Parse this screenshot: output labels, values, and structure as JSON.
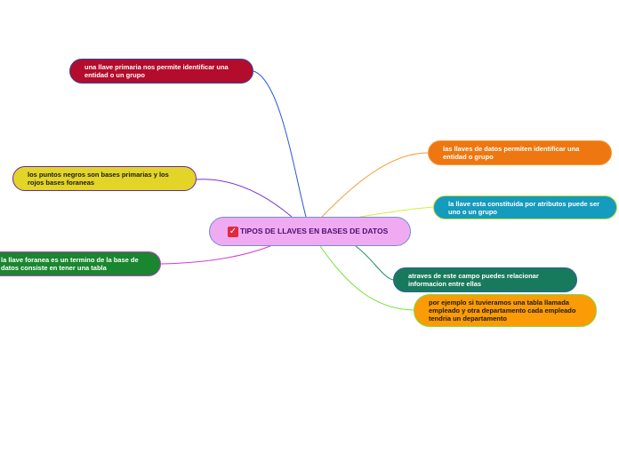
{
  "central": {
    "label": "TIPOS DE LLAVES EN BASES DE DATOS",
    "icon": "checkbox-icon",
    "fill": "#f0aaf2",
    "text_color": "#4a1070"
  },
  "topics": [
    {
      "text": "una llave primaria nos permite identificar una entidad o un grupo",
      "fill": "#b40c2c",
      "border": "#3346a0",
      "text_color": "#ffffff",
      "line": "#2a57d8"
    },
    {
      "text": "los puntos negros son bases primarias y los rojos bases foraneas",
      "fill": "#e3d428",
      "border": "#6a28a0",
      "text_color": "#1a1a1a",
      "line": "#7a2ed6"
    },
    {
      "text": "la llave foranea es un termino de la base de datos consiste en tener una tabla",
      "fill": "#1a8630",
      "border": "#c23ac8",
      "text_color": "#ffffff",
      "line": "#d33ad6"
    },
    {
      "text": "las llaves de datos permiten identificar una entidad o grupo",
      "fill": "#ee7711",
      "border": "#f39b38",
      "text_color": "#ffffff",
      "line": "#f39b38"
    },
    {
      "text": "la llave esta constituida por atributos puede ser uno o un grupo",
      "fill": "#159bbd",
      "border": "#c7e033",
      "text_color": "#ffffff",
      "line": "#d7ec3a"
    },
    {
      "text": "atraves de este campo puedes relacionar informacion entre ellas",
      "fill": "#187a5c",
      "border": "#2d5f9e",
      "text_color": "#ffffff",
      "line": "#1f8a6a"
    },
    {
      "text": "por ejemplo si tuvieramos una tabla llamada empleado y otra departamento cada empleado tendria un departamento",
      "fill": "#fb9b05",
      "border": "#7ce23a",
      "text_color": "#1a1a1a",
      "line": "#72e234"
    }
  ]
}
